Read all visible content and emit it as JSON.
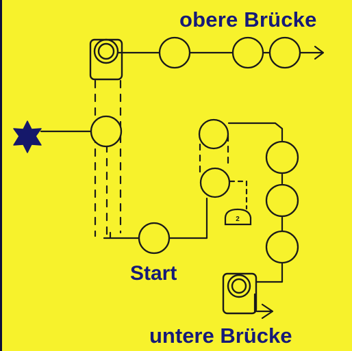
{
  "labels": {
    "upper_bridge": "obere Brücke",
    "start": "Start",
    "lower_bridge": "untere Brücke",
    "small_switch": "2"
  },
  "colors": {
    "background": "#f7f22c",
    "line": "#1a1a1a",
    "label": "#161a78",
    "star": "#15186a"
  },
  "icons": {
    "entrance": "star-icon",
    "switch": "bell-icon"
  }
}
